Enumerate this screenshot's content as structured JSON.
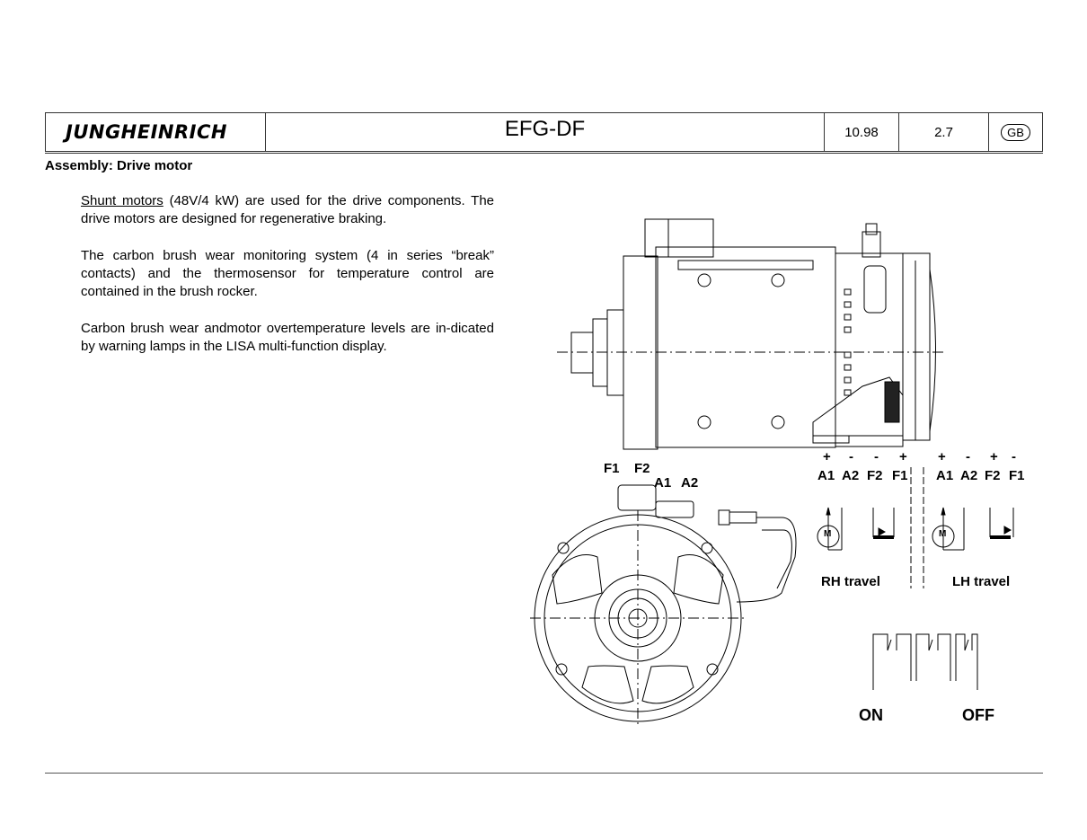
{
  "header": {
    "logo": "JUNGHEINRICH",
    "model": "EFG-DF",
    "date": "10.98",
    "page": "2.7",
    "language": "GB"
  },
  "section_title": "Assembly: Drive motor",
  "paragraphs": {
    "p1_link": "Shunt motors",
    "p1_rest": " (48V/4 kW) are used for the drive components. The drive motors are designed for regenerative braking.",
    "p2": "The carbon brush wear monitoring system (4 in series “break” contacts) and the thermosensor for temperature control are contained in the brush rocker.",
    "p3": "Carbon brush wear andmotor overtemperature levels are in-dicated by warning lamps in the LISA multi-function display."
  },
  "diagram": {
    "motor_terminals": [
      "F1",
      "F2",
      "A1",
      "A2"
    ],
    "rh": {
      "polarity": [
        "+",
        "-",
        "-",
        "+"
      ],
      "terminals": [
        "A1",
        "A2",
        "F2",
        "F1"
      ],
      "motor_symbol": "M",
      "caption": "RH travel"
    },
    "lh": {
      "polarity": [
        "+",
        "-",
        "+",
        "-"
      ],
      "terminals": [
        "A1",
        "A2",
        "F2",
        "F1"
      ],
      "motor_symbol": "M",
      "caption": "LH travel"
    },
    "switch_on": "ON",
    "switch_off": "OFF"
  }
}
